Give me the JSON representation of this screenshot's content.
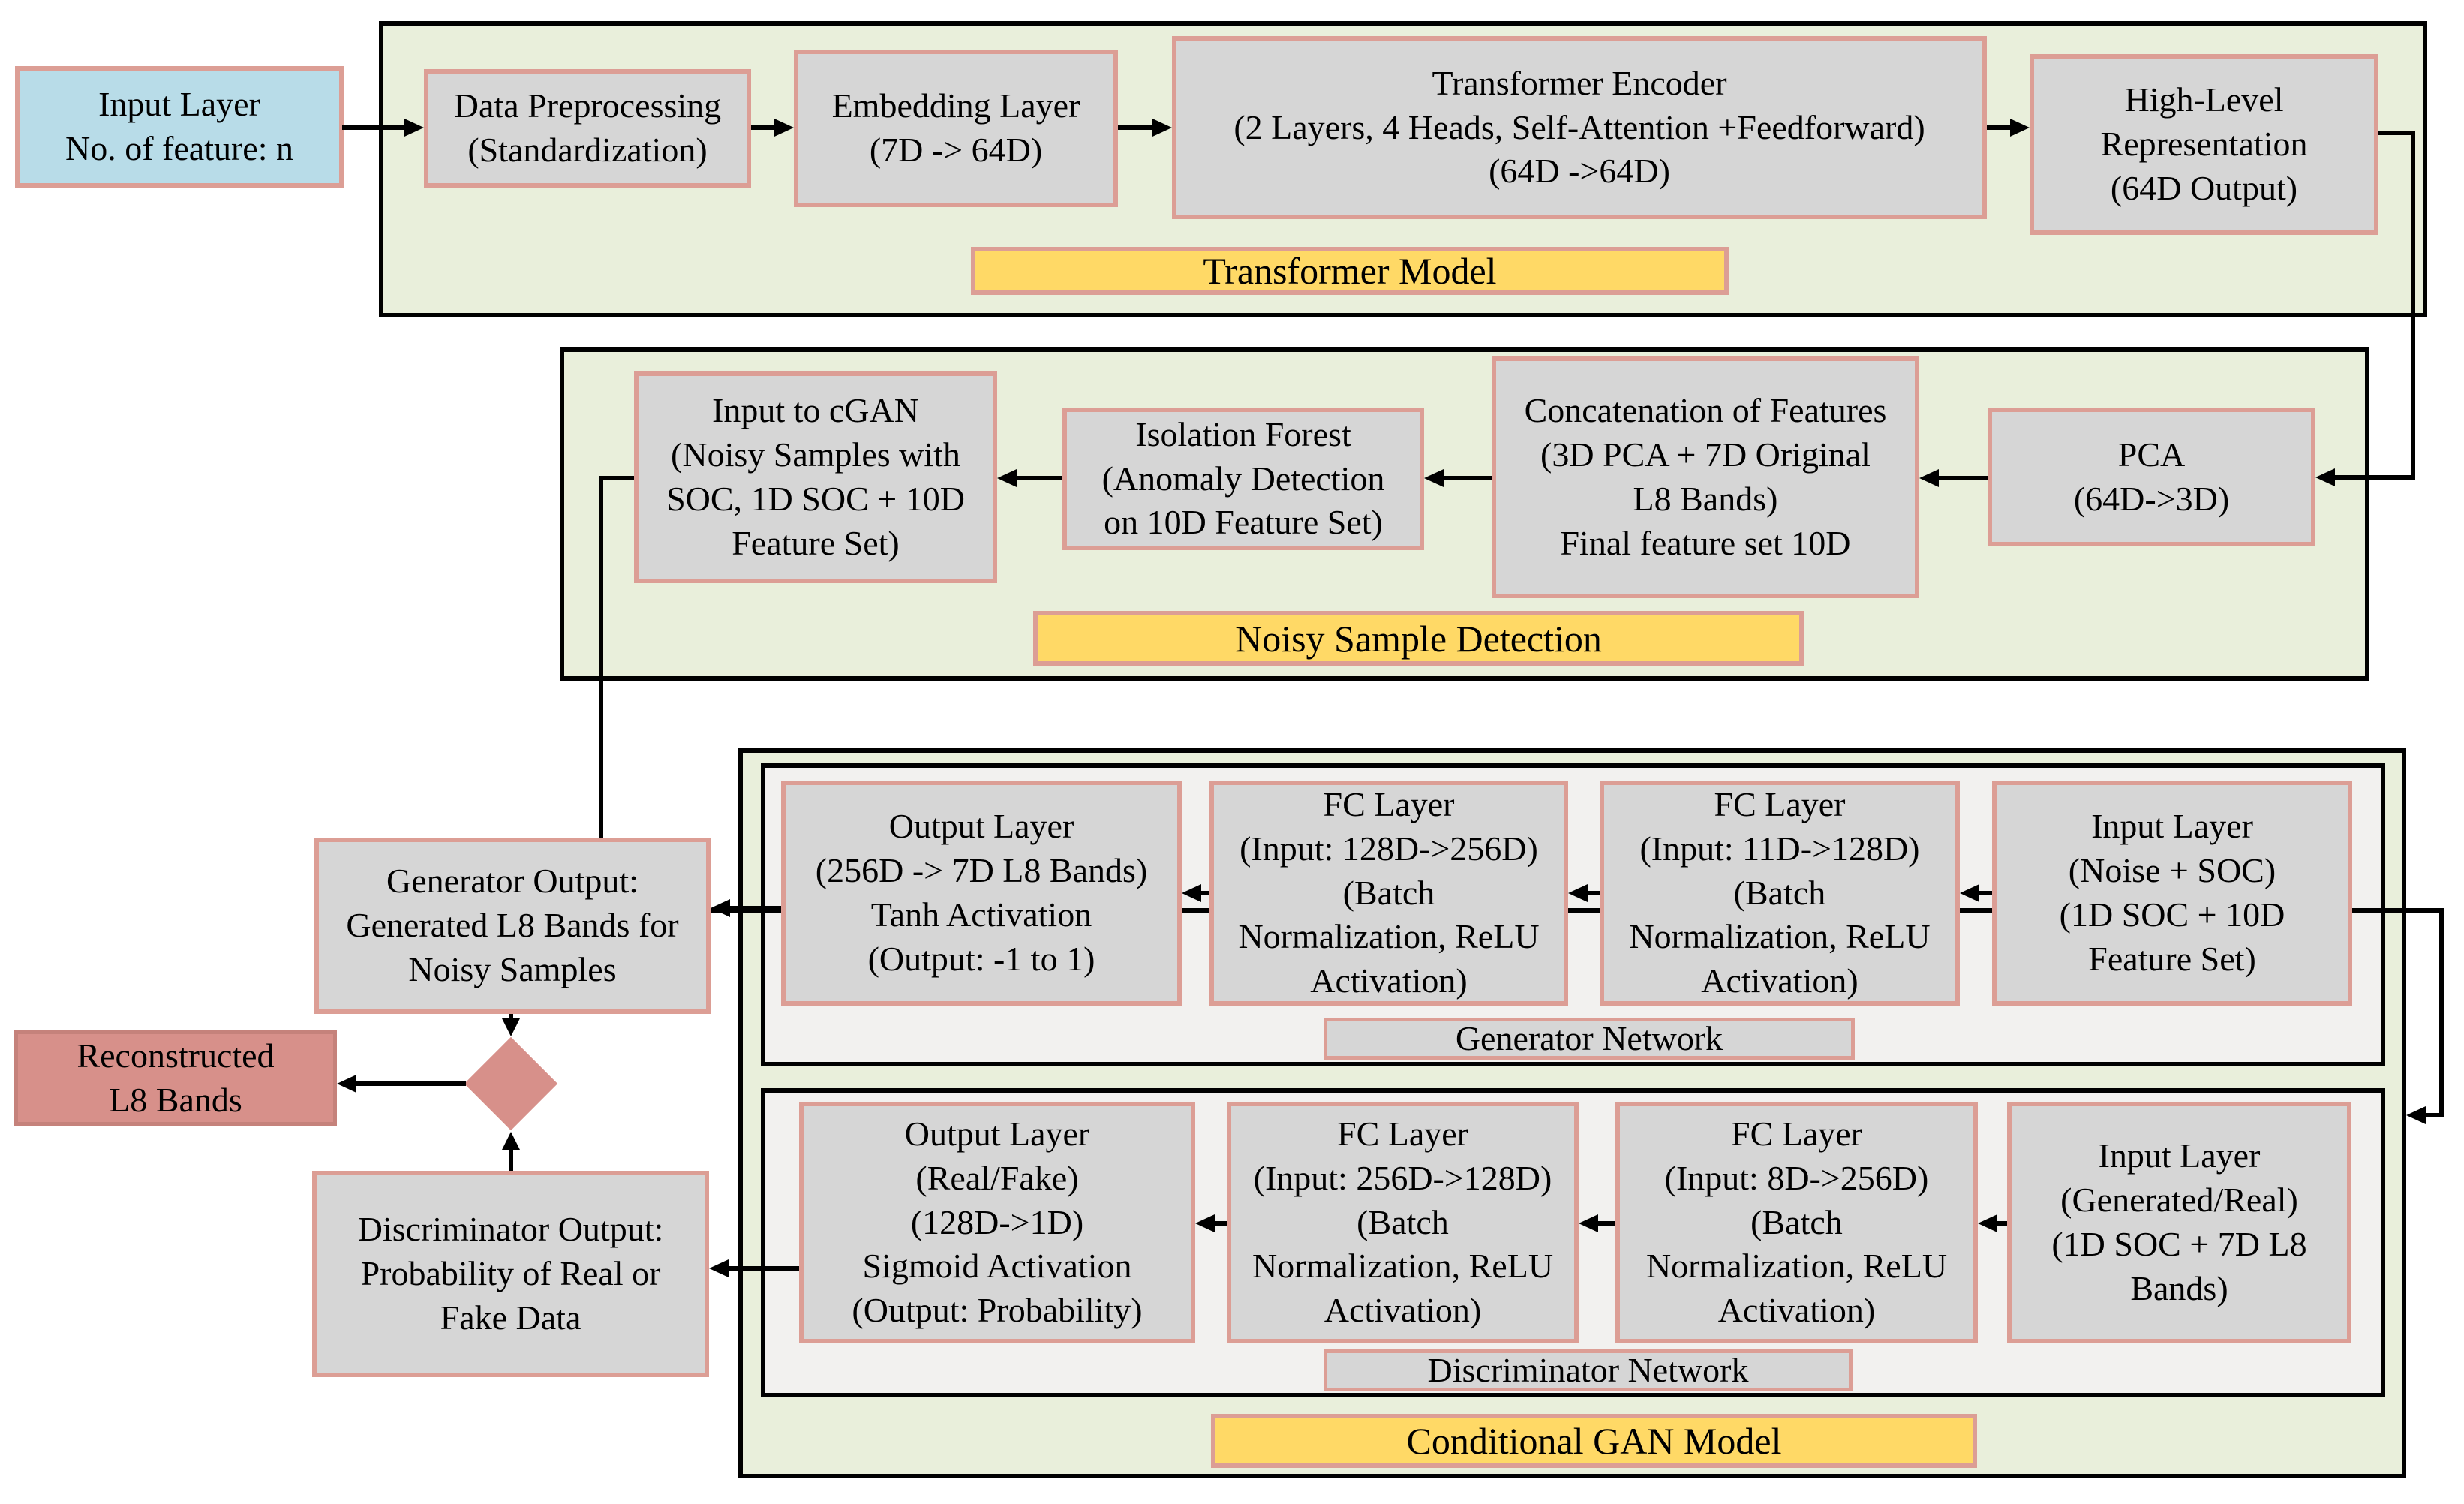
{
  "colors": {
    "panel_green": "#e9efdb",
    "subpanel_gray": "#f2f1ef",
    "box_gray": "#d6d6d6",
    "box_border_pink": "#dc9e95",
    "banner_yellow": "#ffd966",
    "input_blue": "#b8dce8",
    "salmon": "#d7908a",
    "line_black": "#000000"
  },
  "transformer": {
    "banner": "Transformer Model",
    "input_layer": "Input Layer\nNo. of feature: n",
    "preprocessing": "Data Preprocessing\n(Standardization)",
    "embedding": "Embedding Layer\n(7D -> 64D)",
    "encoder": "Transformer Encoder\n(2 Layers, 4 Heads, Self-Attention +Feedforward)\n(64D ->64D)",
    "high_level": "High-Level\nRepresentation\n(64D Output)"
  },
  "noisy_detection": {
    "banner": "Noisy Sample Detection",
    "input_to_cgan": "Input to cGAN\n(Noisy Samples with\nSOC, 1D SOC + 10D\nFeature Set)",
    "isolation_forest": "Isolation Forest\n(Anomaly Detection\non 10D Feature Set)",
    "concatenation": "Concatenation of Features\n(3D PCA + 7D Original\nL8 Bands)\nFinal feature set 10D",
    "pca": "PCA\n(64D->3D)"
  },
  "cgan": {
    "banner": "Conditional GAN Model",
    "generator": {
      "label": "Generator Network",
      "output_layer": "Output Layer\n(256D -> 7D L8 Bands)\nTanh Activation\n(Output: -1 to 1)",
      "fc_256": "FC Layer\n(Input: 128D->256D)\n(Batch\nNormalization, ReLU\nActivation)",
      "fc_128": "FC Layer\n(Input: 11D->128D)\n(Batch\nNormalization, ReLU\nActivation)",
      "input_layer": "Input Layer\n(Noise + SOC)\n(1D SOC + 10D\nFeature Set)"
    },
    "discriminator": {
      "label": "Discriminator Network",
      "output_layer": "Output Layer\n(Real/Fake)\n(128D->1D)\nSigmoid Activation\n(Output: Probability)",
      "fc_128": "FC Layer\n(Input: 256D->128D)\n(Batch\nNormalization, ReLU\nActivation)",
      "fc_256": "FC Layer\n(Input: 8D->256D)\n(Batch\nNormalization, ReLU\nActivation)",
      "input_layer": "Input Layer\n(Generated/Real)\n(1D SOC + 7D L8\nBands)"
    },
    "generator_output": "Generator Output:\nGenerated L8 Bands for\nNoisy Samples",
    "discriminator_output": "Discriminator Output:\nProbability of Real or\nFake Data",
    "reconstructed": "Reconstructed\nL8 Bands"
  }
}
